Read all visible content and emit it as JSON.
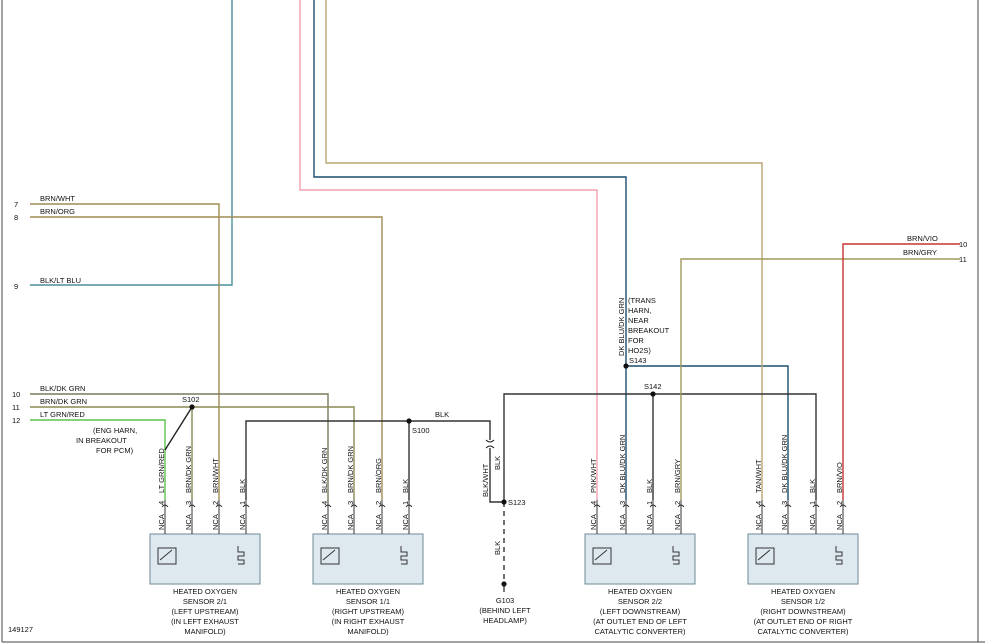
{
  "colors": {
    "brn_wht": "#a08c52",
    "brn_org": "#a08c52",
    "blk_lt_blu": "#4b8e9a",
    "blk_dk_grn": "#7a7a5a",
    "brn_dk_grn": "#8a8a55",
    "lt_grn_red": "#5bc24a",
    "blk": "#333333",
    "pink": "#f2a0b0",
    "dk_blue": "#1c4e6e",
    "tan": "#b8a572",
    "red": "#c83232",
    "brn_gry": "#a09a5a"
  },
  "pins_left": [
    {
      "num": "7",
      "label": "BRN/WHT"
    },
    {
      "num": "8",
      "label": "BRN/ORG"
    },
    {
      "num": "9",
      "label": "BLK/LT BLU"
    },
    {
      "num": "10",
      "label": "BLK/DK GRN"
    },
    {
      "num": "11",
      "label": "BRN/DK GRN"
    },
    {
      "num": "12",
      "label": "LT GRN/RED"
    }
  ],
  "pins_right": [
    {
      "num": "10",
      "label": "BRN/VIO"
    },
    {
      "num": "11",
      "label": "BRN/GRY"
    }
  ],
  "splices": {
    "s102": "S102",
    "s100": "S100",
    "s123": "S123",
    "s142": "S142",
    "s143": "S143",
    "blk_mid": "BLK",
    "blk_wht": "BLK/WHT",
    "blk_s123": "BLK",
    "blk_ground": "BLK",
    "s143_wire": "DK BLU/DK GRN"
  },
  "notes": {
    "eng_harn": [
      "(ENG HARN,",
      "IN BREAKOUT",
      "FOR PCM)"
    ],
    "trans_harn": [
      "(TRANS",
      "HARN,",
      "NEAR",
      "BREAKOUT",
      "FOR",
      "HO2S)"
    ]
  },
  "ground": {
    "id": "G103",
    "desc": [
      "(BEHIND LEFT",
      "HEADLAMP)"
    ]
  },
  "sensors": [
    {
      "title": [
        "HEATED OXYGEN",
        "SENSOR 2/1",
        "(LEFT UPSTREAM)",
        "(IN LEFT EXHAUST",
        "MANIFOLD)"
      ],
      "wires": [
        {
          "pin": "4",
          "name": "LT GRN/RED",
          "nca": "NCA"
        },
        {
          "pin": "3",
          "name": "BRN/DK GRN",
          "nca": "NCA"
        },
        {
          "pin": "2",
          "name": "BRN/WHT",
          "nca": "NCA"
        },
        {
          "pin": "1",
          "name": "BLK",
          "nca": "NCA"
        }
      ]
    },
    {
      "title": [
        "HEATED OXYGEN",
        "SENSOR 1/1",
        "(RIGHT UPSTREAM)",
        "(IN RIGHT EXHAUST",
        "MANIFOLD)"
      ],
      "wires": [
        {
          "pin": "4",
          "name": "BLK/DK GRN",
          "nca": "NCA"
        },
        {
          "pin": "3",
          "name": "BRN/DK GRN",
          "nca": "NCA"
        },
        {
          "pin": "2",
          "name": "BRN/ORG",
          "nca": "NCA"
        },
        {
          "pin": "1",
          "name": "BLK",
          "nca": "NCA"
        }
      ]
    },
    {
      "title": [
        "HEATED OXYGEN",
        "SENSOR 2/2",
        "(LEFT DOWNSTREAM)",
        "(AT OUTLET END OF LEFT",
        "CATALYTIC CONVERTER)"
      ],
      "wires": [
        {
          "pin": "4",
          "name": "PNK/WHT",
          "nca": "NCA"
        },
        {
          "pin": "3",
          "name": "DK BLU/DK GRN",
          "nca": "NCA"
        },
        {
          "pin": "1",
          "name": "BLK",
          "nca": "NCA"
        },
        {
          "pin": "2",
          "name": "BRN/GRY",
          "nca": "NCA"
        }
      ]
    },
    {
      "title": [
        "HEATED OXYGEN",
        "SENSOR 1/2",
        "(RIGHT DOWNSTREAM)",
        "(AT OUTLET END OF RIGHT",
        "CATALYTIC CONVERTER)"
      ],
      "wires": [
        {
          "pin": "4",
          "name": "TAN/WHT",
          "nca": "NCA"
        },
        {
          "pin": "3",
          "name": "DK BLU/DK GRN",
          "nca": "NCA"
        },
        {
          "pin": "1",
          "name": "BLK",
          "nca": "NCA"
        },
        {
          "pin": "2",
          "name": "BRN/VIO",
          "nca": "NCA"
        }
      ]
    }
  ],
  "figure_id": "149127"
}
